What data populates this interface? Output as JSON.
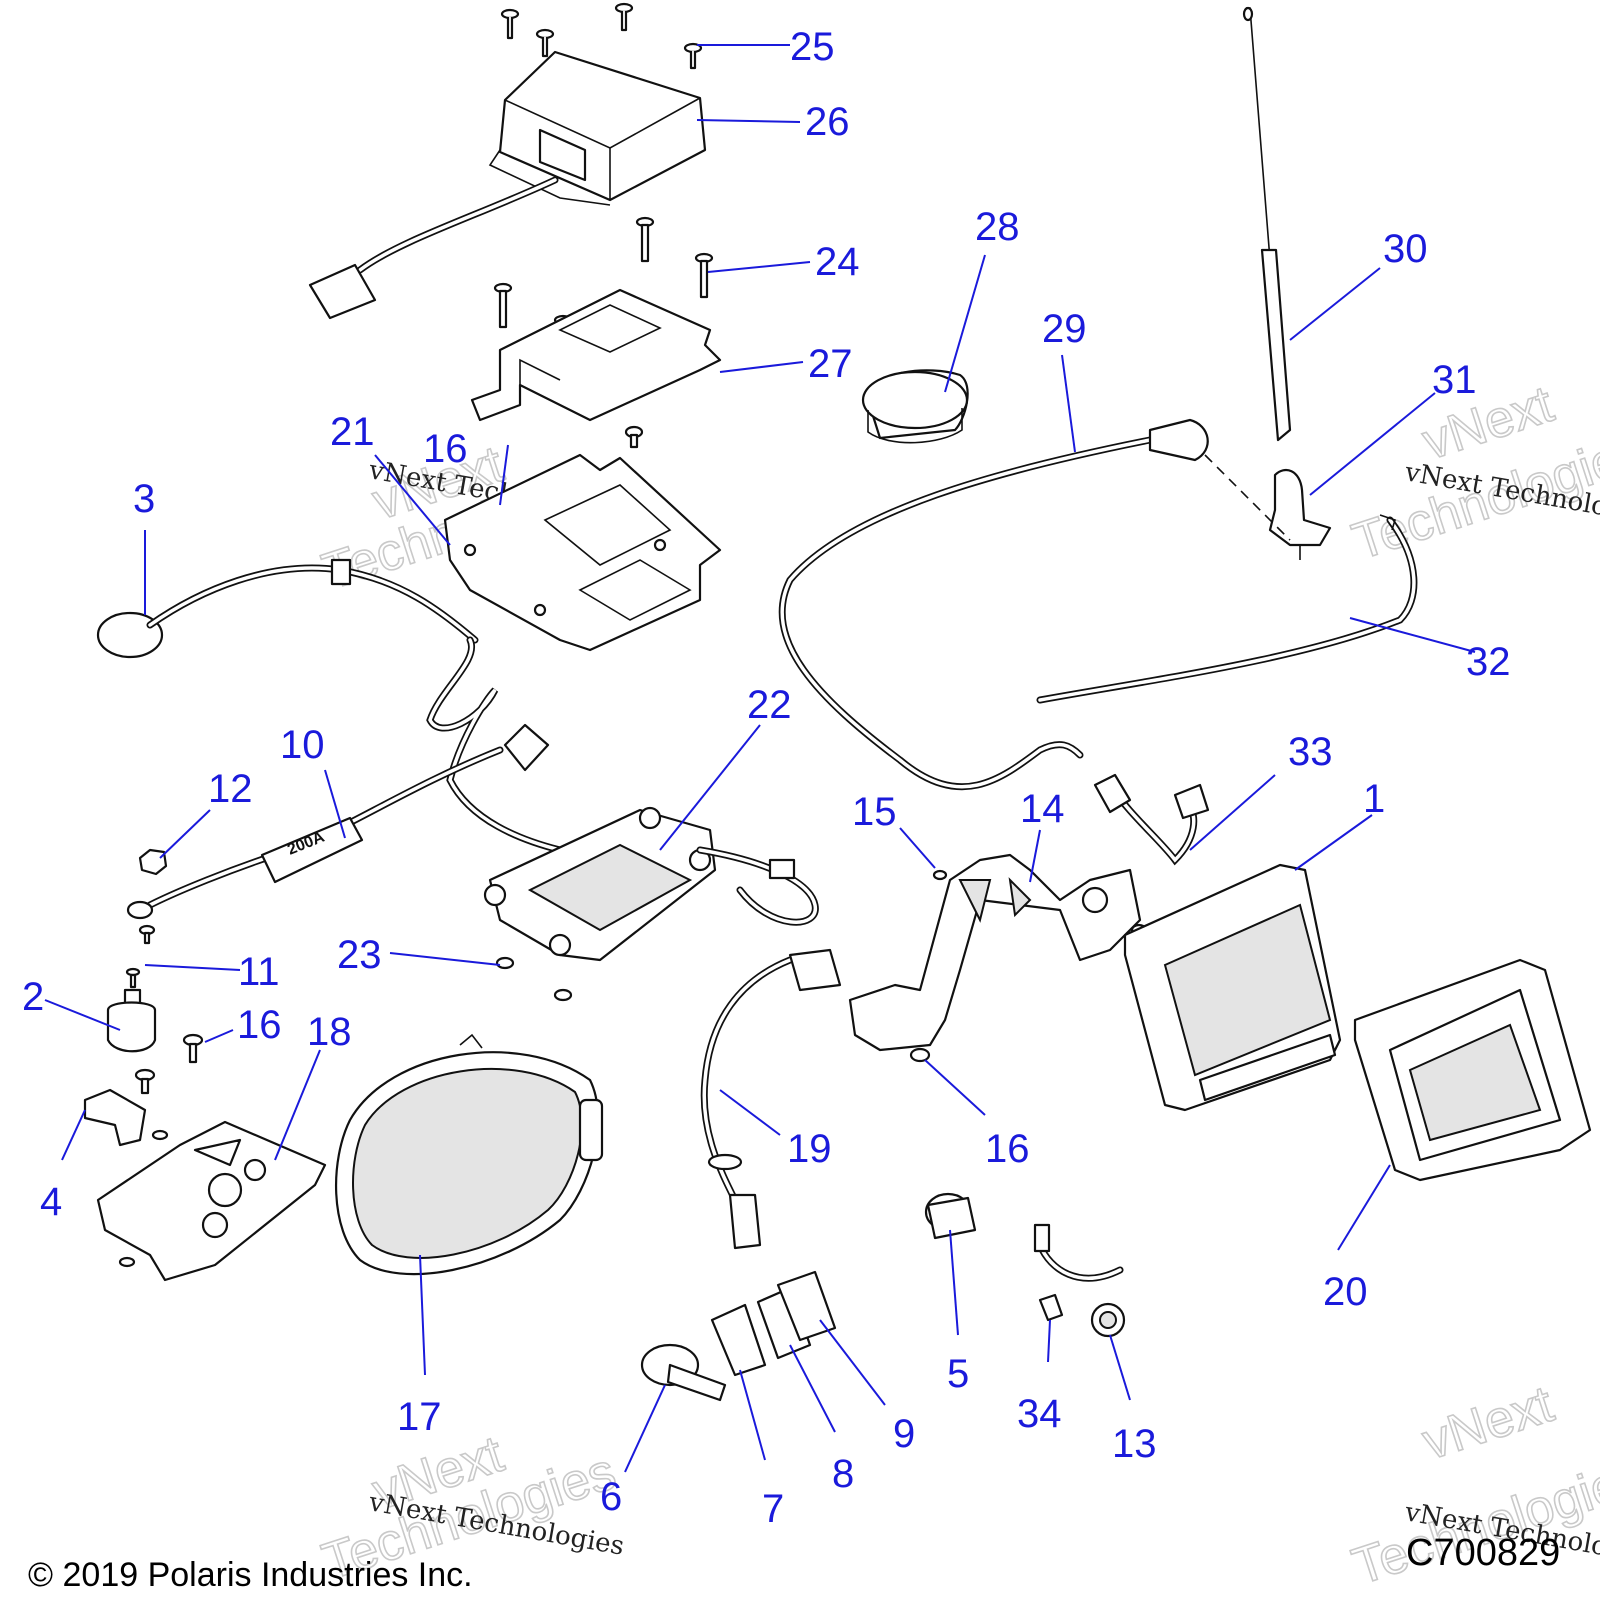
{
  "callouts": [
    {
      "label": "1"
    },
    {
      "label": "2"
    },
    {
      "label": "3"
    },
    {
      "label": "4"
    },
    {
      "label": "5"
    },
    {
      "label": "6"
    },
    {
      "label": "7"
    },
    {
      "label": "8"
    },
    {
      "label": "9"
    },
    {
      "label": "10"
    },
    {
      "label": "11"
    },
    {
      "label": "12"
    },
    {
      "label": "13"
    },
    {
      "label": "14"
    },
    {
      "label": "15"
    },
    {
      "label": "16"
    },
    {
      "label": "16"
    },
    {
      "label": "16"
    },
    {
      "label": "17"
    },
    {
      "label": "18"
    },
    {
      "label": "19"
    },
    {
      "label": "20"
    },
    {
      "label": "21"
    },
    {
      "label": "22"
    },
    {
      "label": "23"
    },
    {
      "label": "24"
    },
    {
      "label": "25"
    },
    {
      "label": "26"
    },
    {
      "label": "27"
    },
    {
      "label": "28"
    },
    {
      "label": "29"
    },
    {
      "label": "30"
    },
    {
      "label": "31"
    },
    {
      "label": "32"
    },
    {
      "label": "33"
    },
    {
      "label": "34"
    }
  ],
  "fuse_label": "200A",
  "watermark": {
    "line_small": "vNext Technologies",
    "line_top": "vNext",
    "line_bottom": "Technologies"
  },
  "footer": {
    "copyright": "© 2019 Polaris Industries Inc.",
    "drawing_number": "C700829"
  }
}
